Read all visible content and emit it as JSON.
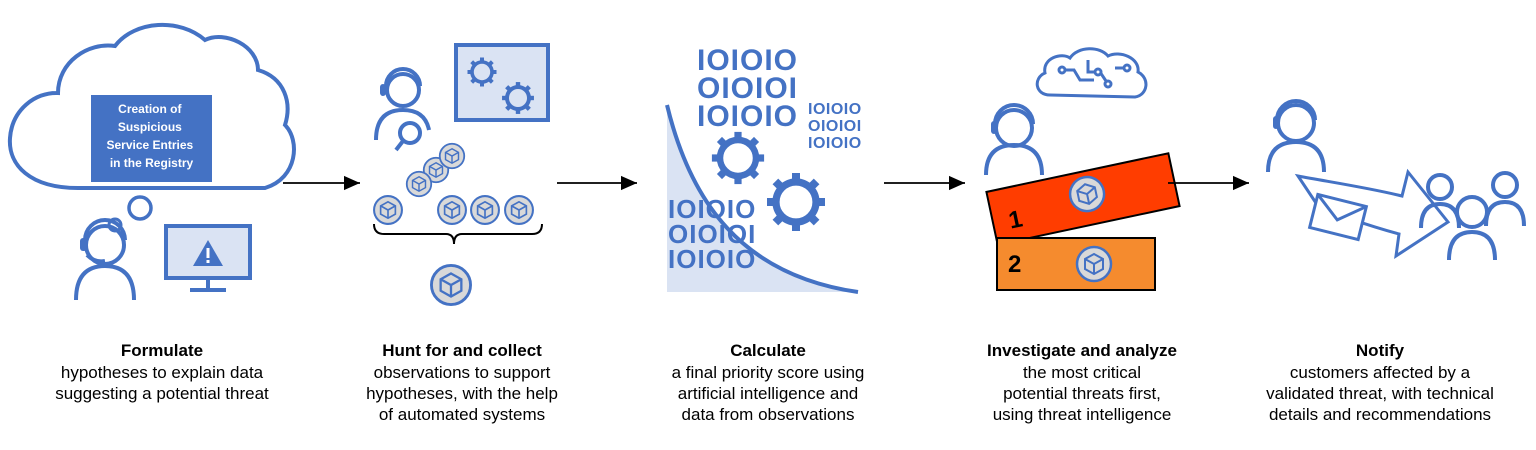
{
  "colors": {
    "icon_blue": "#4472C4",
    "box_fill": "#4472C4",
    "badge_red": "#FF3D00",
    "badge_orange": "#F58B2E",
    "light_fill": "#DAE3F3",
    "chip_fill": "#D9D9D9",
    "arrow": "#000000"
  },
  "steps": [
    {
      "icon": "cloud-user-warning-icon",
      "box_lines": [
        "Creation of",
        "Suspicious",
        "Service Entries",
        "in the Registry"
      ],
      "title": "Formulate",
      "desc_lines": [
        "hypotheses to explain data",
        "suggesting a potential threat"
      ]
    },
    {
      "icon": "hunter-gears-tools-icon",
      "title": "Hunt for and collect",
      "desc_lines": [
        "observations to support",
        "hypotheses, with the help",
        "of automated systems"
      ]
    },
    {
      "icon": "binary-gears-curve-icon",
      "binary": {
        "large": [
          "IOIOIO",
          "OIOIOI",
          "IOIOIO"
        ],
        "small": [
          "IOIOIO",
          "OIOIOI",
          "IOIOIO"
        ],
        "lower": [
          "IOIOIO",
          "OIOIOI",
          "IOIOIO"
        ]
      },
      "title": "Calculate",
      "desc_lines": [
        "a final priority score using",
        "artificial intelligence and",
        "data from observations"
      ]
    },
    {
      "icon": "analyst-brain-ranking-icon",
      "ranks": [
        "1",
        "2"
      ],
      "title": "Investigate and analyze",
      "desc_lines": [
        "the most critical",
        "potential threats first,",
        "using threat intelligence"
      ]
    },
    {
      "icon": "notify-users-mail-icon",
      "title": "Notify",
      "desc_lines": [
        "customers affected by a",
        "validated threat, with technical",
        "details and recommendations"
      ]
    }
  ]
}
